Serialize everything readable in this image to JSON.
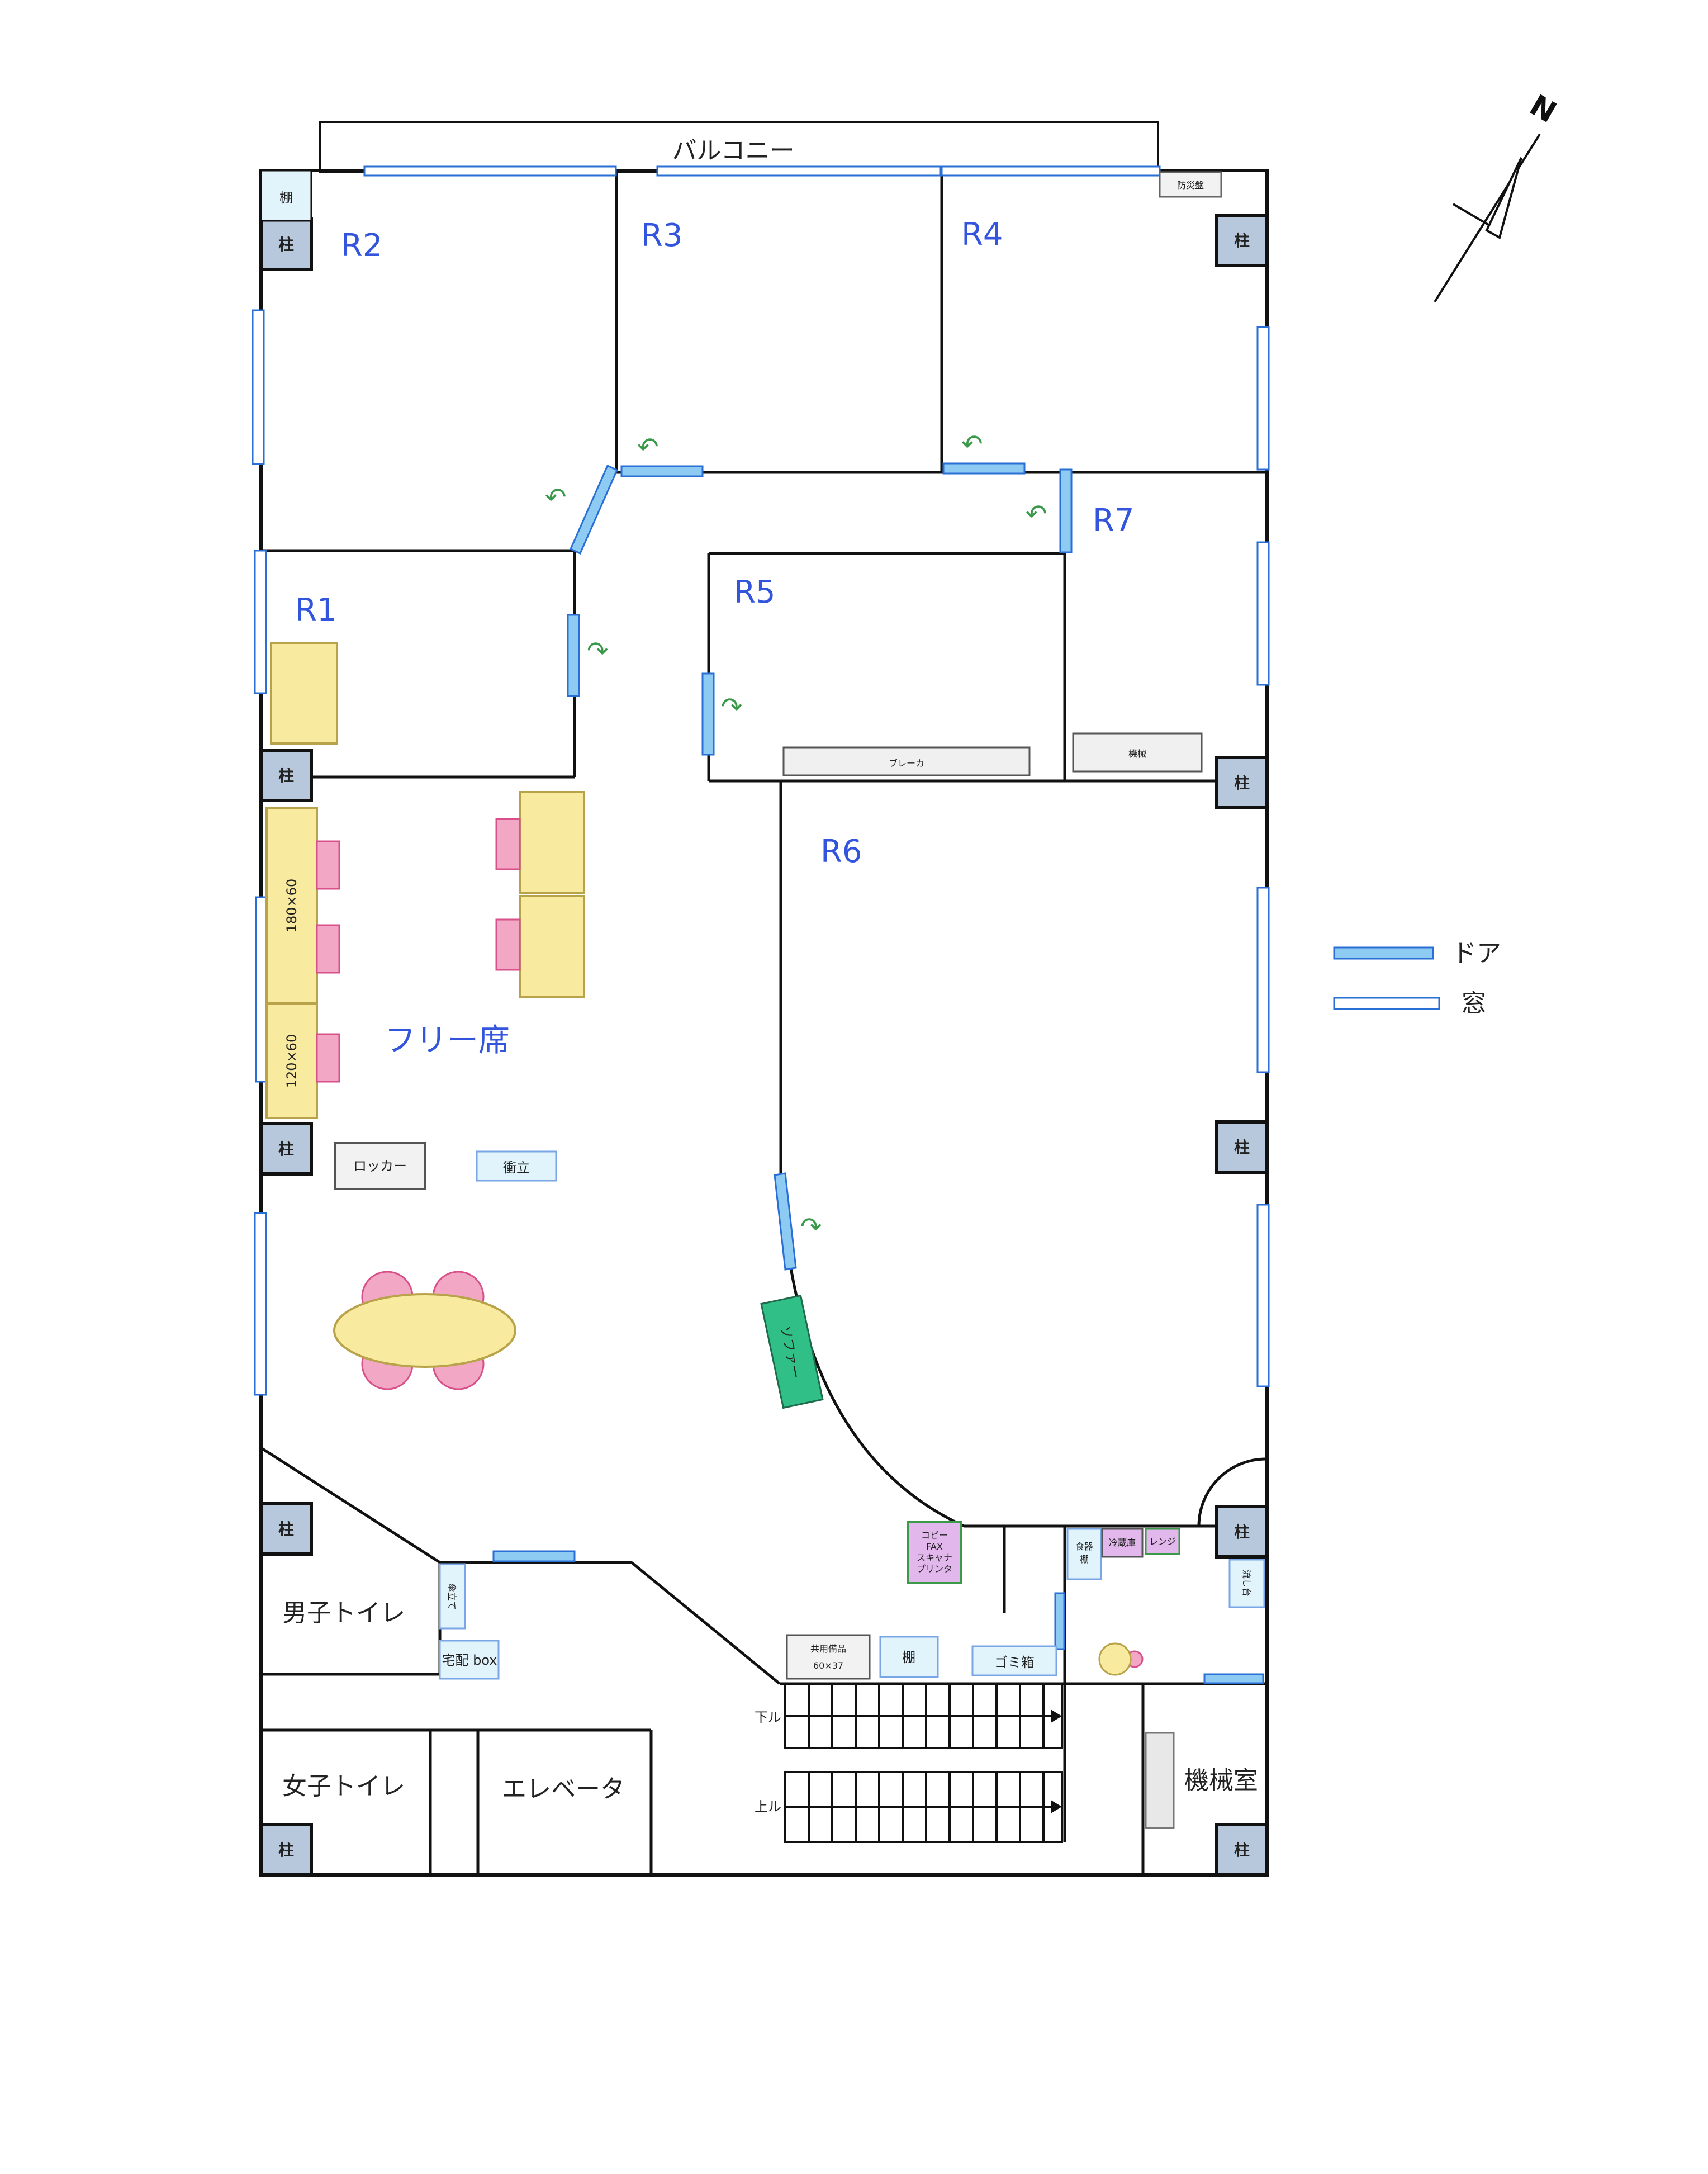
{
  "labels": {
    "balcony": "バルコニー",
    "room_r1": "R1",
    "room_r2": "R2",
    "room_r3": "R3",
    "room_r4": "R4",
    "room_r5": "R5",
    "room_r6": "R6",
    "room_r7": "R7",
    "free_seats": "フリー席",
    "shelf": "棚",
    "pillar": "柱",
    "fire_panel": "防災盤",
    "breaker": "ブレーカ",
    "machine": "機械",
    "desk_long": "180×60",
    "desk_short": "120×60",
    "locker": "ロッカー",
    "partition": "衝立",
    "sofa": "ソファー",
    "mens_toilet": "男子トイレ",
    "womens_toilet": "女子トイレ",
    "elevator": "エレベータ",
    "umbrella_stand": "傘立て",
    "delivery_box": "宅配 box",
    "shared_supplies": "共用備品",
    "shared_supplies_size": "60×37",
    "trash": "ゴミ箱",
    "copier_lines": [
      "コピー",
      "FAX",
      "スキャナ",
      "プリンタ"
    ],
    "cupboard_lines": [
      "食器",
      "棚"
    ],
    "fridge": "冷蔵庫",
    "microwave": "レンジ",
    "sink": "流し台",
    "stairs_down": "下ル",
    "stairs_up": "上ル",
    "machine_room": "機械室",
    "compass": "N"
  },
  "legend": {
    "door": "ドア",
    "window": "窓"
  },
  "colors": {
    "wall": "#111111",
    "door_fill": "#8ecbf2",
    "door_stroke": "#2a6fd6",
    "window_fill": "#ffffff",
    "window_stroke": "#2a6fd6",
    "pillar_fill": "#b8c8dc",
    "desk_fill": "#f8ea9e",
    "desk_stroke": "#b8a24a",
    "chair_fill": "#f2a8c4",
    "chair_stroke": "#d8508a",
    "sofa_fill": "#2fbf87",
    "room_label": "#3355dd",
    "door_arrow": "#3b9a4a",
    "equipment_fill": "#d9d9d9",
    "appliance_fill": "#e2b7ec",
    "partition_fill": "#e2f4fb"
  }
}
